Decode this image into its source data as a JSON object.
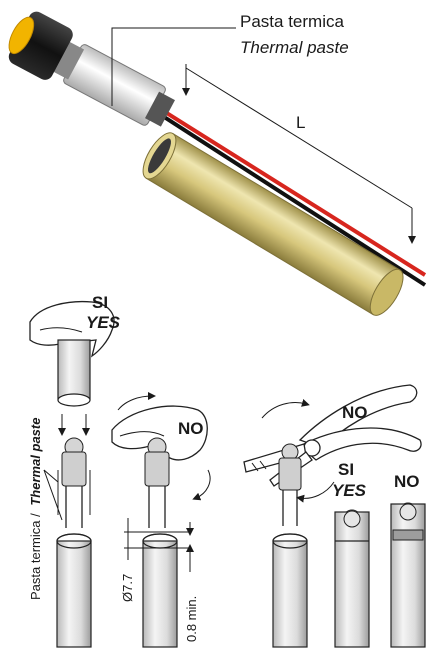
{
  "labels": {
    "paste_it": "Pasta termica",
    "paste_en": "Thermal paste",
    "length": "L",
    "yes_it_1": "SI",
    "yes_en_1": "YES",
    "no_1": "NO",
    "side_it": "Pasta termica /",
    "side_en": "Thermal paste",
    "dim_diameter": "Ø7.7",
    "dim_gap": "0.8 min.",
    "no_pliers": "NO",
    "yes_it_2": "SI",
    "yes_en_2": "YES",
    "no_3": "NO"
  },
  "colors": {
    "brass": "#d7c77c",
    "brass_dark": "#a0914a",
    "brass_light": "#efe6b0",
    "cap_black": "#1e1e1e",
    "lens_yellow": "#f2b400",
    "sleeve_white": "#ececec",
    "wire_red": "#d7261e",
    "wire_black": "#111111",
    "lamp_gray": "#cfcfcf"
  },
  "icons": [
    "hand-icon",
    "pliers-icon",
    "lamp-holder-icon",
    "tube-icon"
  ]
}
